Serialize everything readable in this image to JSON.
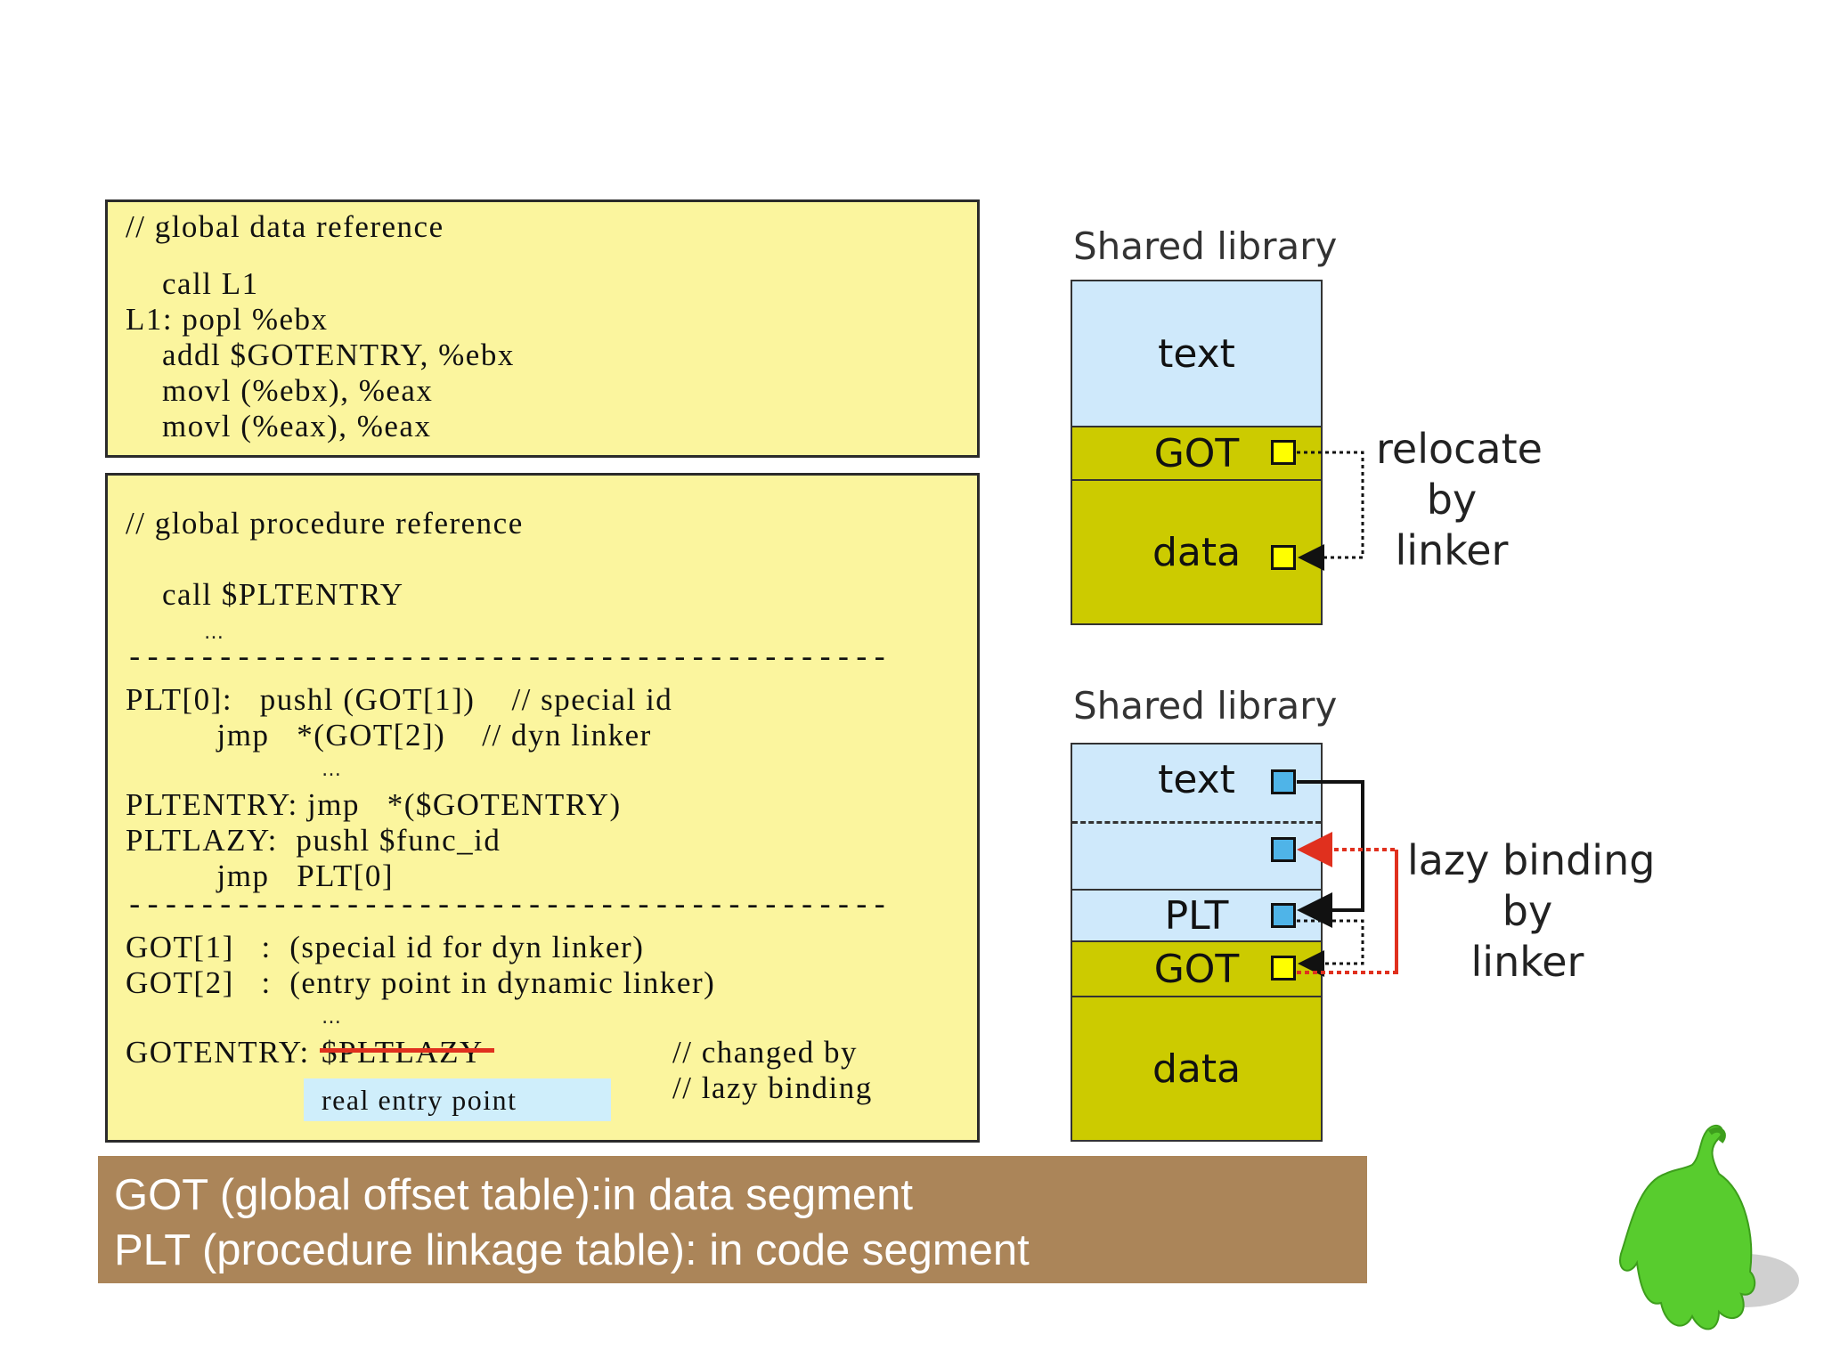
{
  "box1": {
    "lines": [
      "// global data reference",
      "",
      "    call L1",
      "L1: popl %ebx",
      "    addl $GOTENTRY, %ebx",
      "    movl (%ebx), %eax",
      "    movl (%eax), %eax"
    ]
  },
  "box2": {
    "comment": "// global procedure reference",
    "call": "    call $PLTENTRY",
    "ellipsis": "…",
    "separator": "------------------------------------------",
    "plt0_line1": "PLT[0]:   pushl (GOT[1])    // special id",
    "plt0_line2": "          jmp   *(GOT[2])    // dyn linker",
    "pltentry": "PLTENTRY: jmp   *($GOTENTRY)",
    "pltlazy1": "PLTLAZY:  pushl $func_id",
    "pltlazy2": "          jmp   PLT[0]",
    "got1": "GOT[1]   :  (special id for dyn linker)",
    "got2": "GOT[2]   :  (entry point in dynamic linker)",
    "gotentry_label": "GOTENTRY:",
    "gotentry_value": "$PLTLAZY",
    "changed_line1": "// changed by",
    "changed_line2": "// lazy binding",
    "real_entry": "real entry point"
  },
  "diagram_top": {
    "title": "Shared library",
    "segments": [
      "text",
      "GOT",
      "data"
    ],
    "side_label": "relocate\nby\nlinker"
  },
  "diagram_bottom": {
    "title": "Shared library",
    "segments": [
      "text",
      "PLT",
      "GOT",
      "data"
    ],
    "side_label": "lazy binding\nby\nlinker"
  },
  "banner": {
    "line1": "GOT (global offset table):in data segment",
    "line2": "PLT (procedure linkage table): in code segment"
  },
  "colors": {
    "code_bg": "#fbf59e",
    "text_seg": "#cfe9fb",
    "data_seg": "#cccb00",
    "square_yellow": "#ffff00",
    "square_blue": "#4fb4e8",
    "lazy_arrow": "#e0301e",
    "banner_bg": "#ab8559",
    "mascot": "#58cc2e"
  },
  "icons": {
    "mascot": "green-creature-icon"
  }
}
